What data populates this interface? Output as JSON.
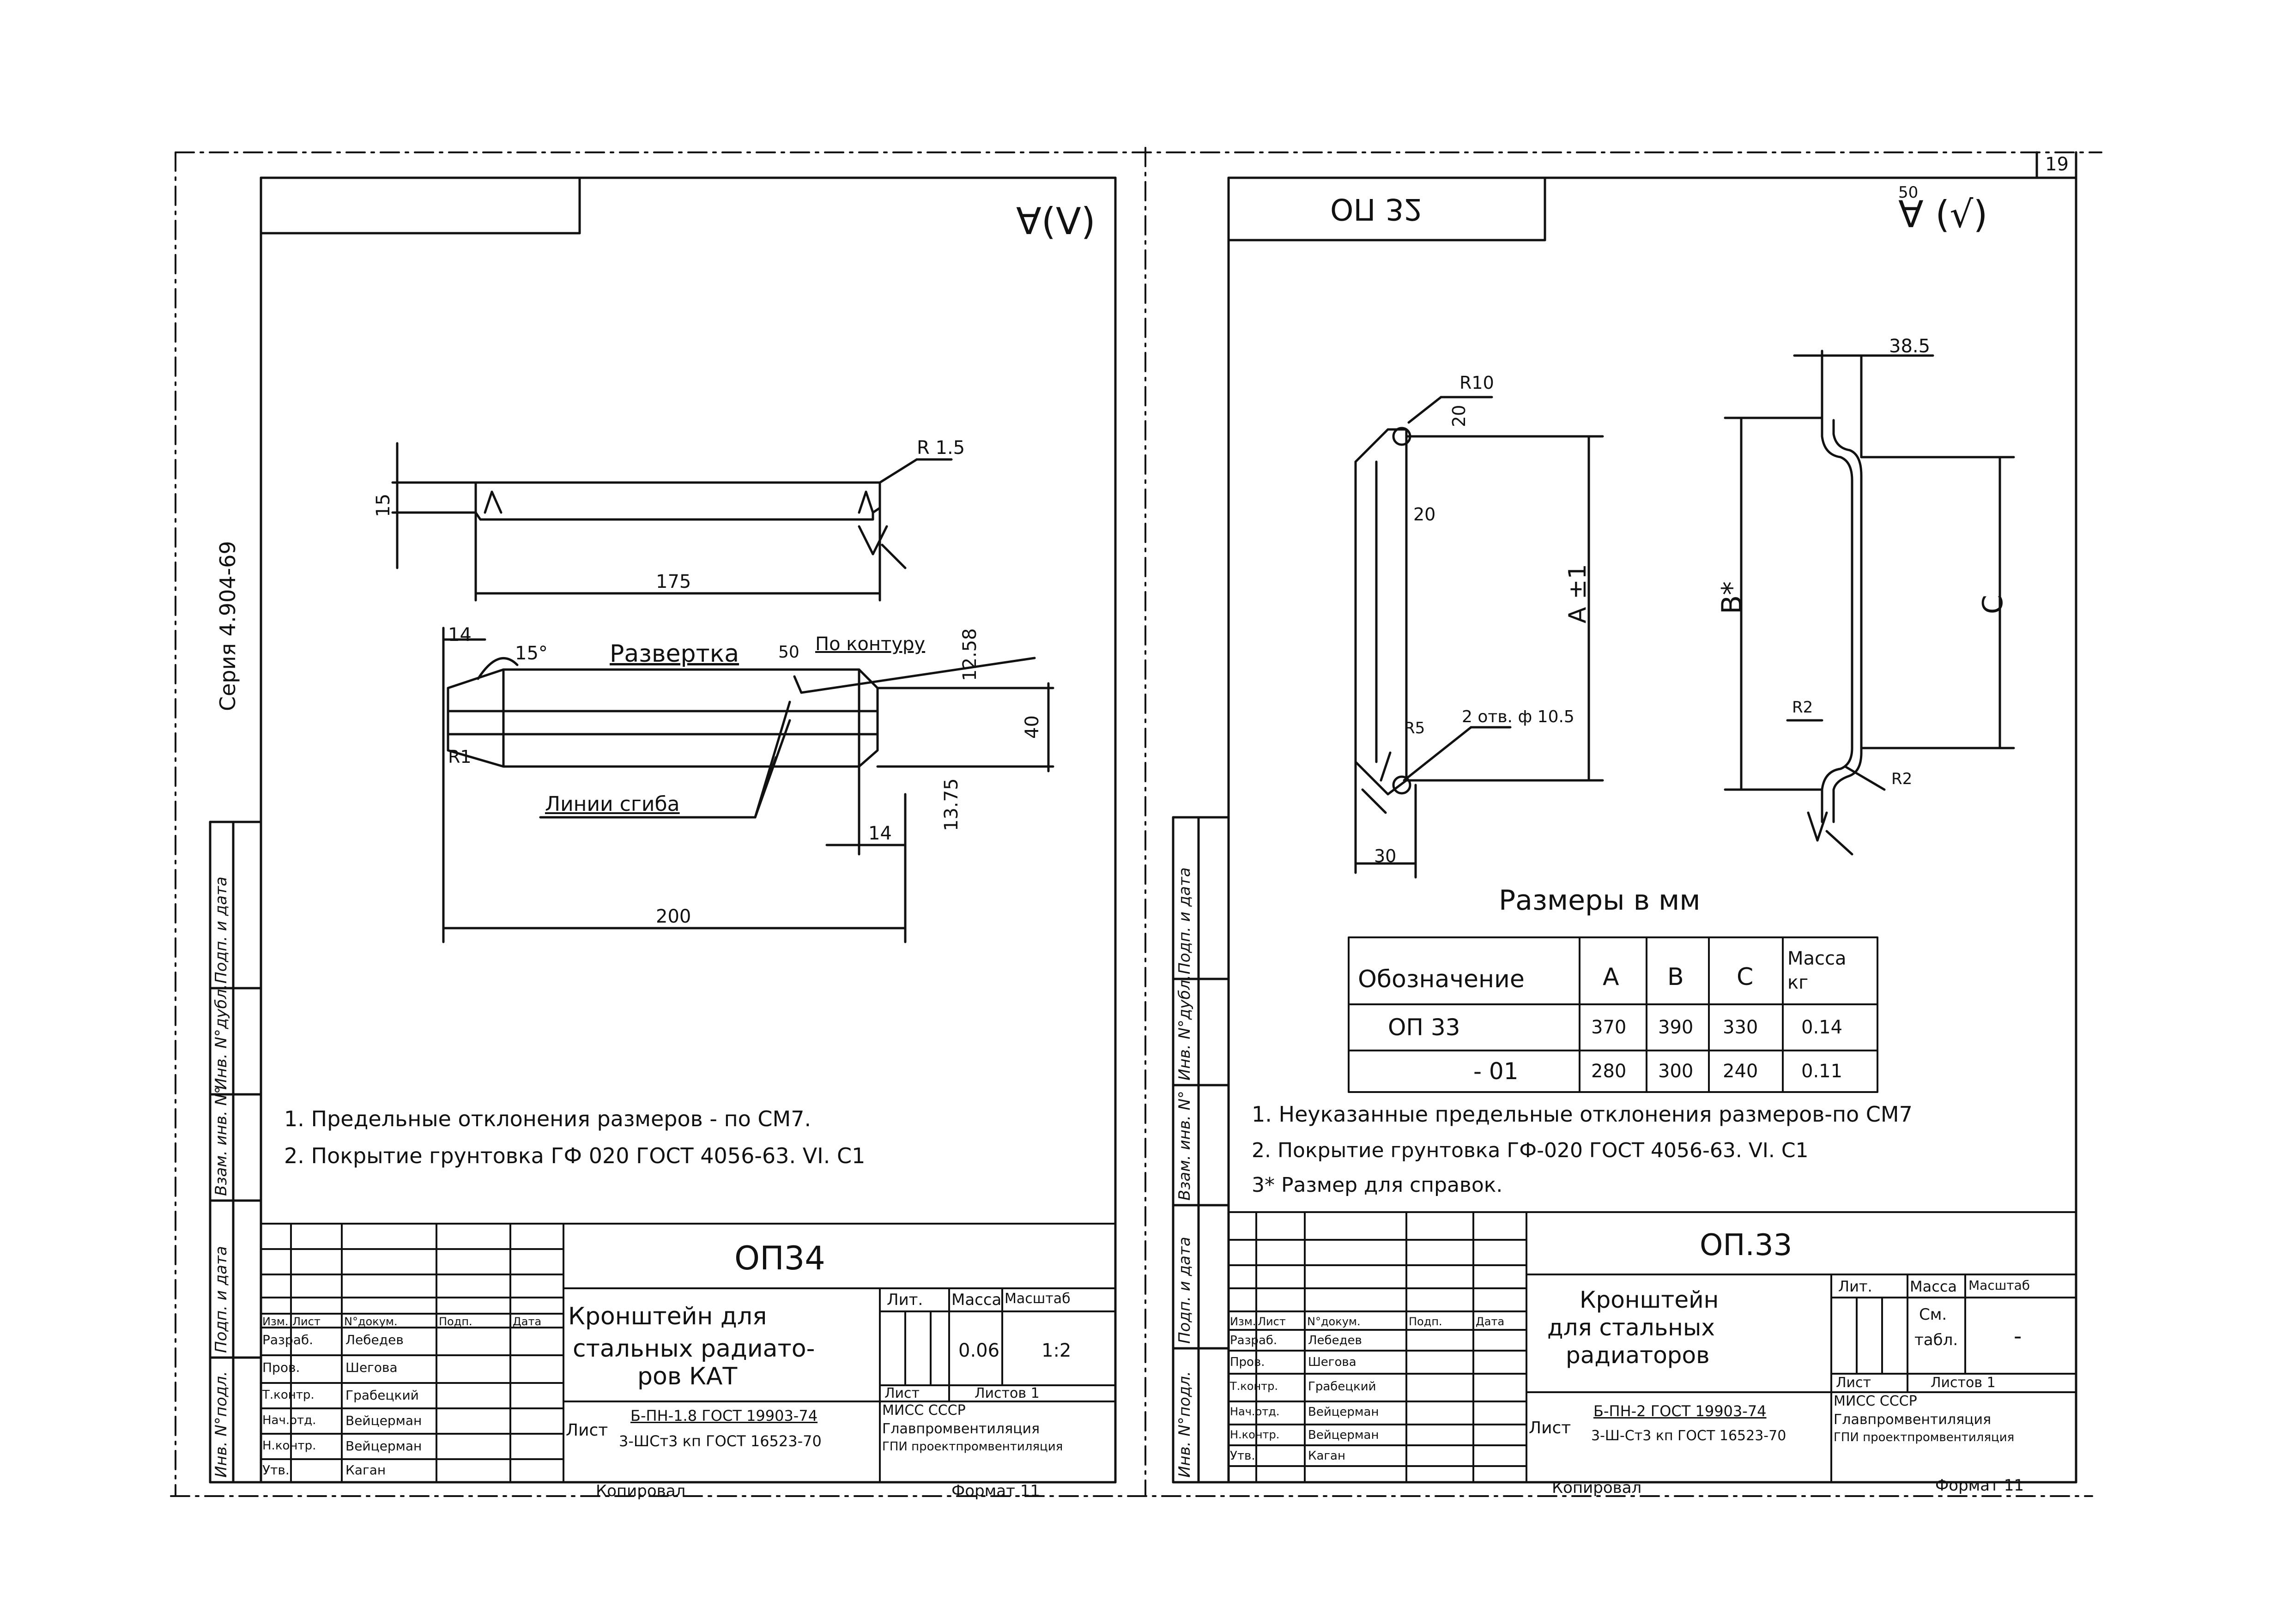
{
  "series_label": "Серия 4.904-69",
  "sheet_number": "19",
  "left": {
    "roughness": "∀(V)",
    "dims": {
      "r15": "R 1.5",
      "h15": "15",
      "l175": "175",
      "l14a": "14",
      "angle15": "15°",
      "r1": "R1",
      "l1258": "12.58",
      "l40": "40",
      "l1375": "13.75",
      "l14b": "14",
      "l200": "200"
    },
    "razvertka": "Развертка",
    "po_konturu_num": "50",
    "po_konturu": "По контуру",
    "linii_sgiba": "Линии сгиба",
    "notes": [
      "1. Предельные отклонения размеров - по СМ7.",
      "2. Покрытие грунтовка ГФ 020 ГОСТ 4056-63. VI. С1"
    ],
    "title_block": {
      "code": "ОП34",
      "name_lines": [
        "Кронштейн для",
        "стальных радиато-",
        "ров КАТ"
      ],
      "col_lit": "Лит.",
      "col_massa": "Масса",
      "col_masshtab": "Масштаб",
      "massa": "0.06",
      "masshtab": "1:2",
      "list": "Лист",
      "listov": "Листов 1",
      "material_label": "Лист",
      "material_line1": "Б-ПН-1.8 ГОСТ 19903-74",
      "material_line2": "3-ШСт3 кп ГОСТ 16523-70",
      "org1": "МИСС     СССР",
      "org2": "Главпромвентиляция",
      "org3": "ГПИ проектпромвентиляция",
      "hdr_izm": "Изм.",
      "hdr_list": "Лист",
      "hdr_ndok": "N°докум.",
      "hdr_podp": "Подп.",
      "hdr_data": "Дата",
      "roles": [
        "Разраб.",
        "Пров.",
        "Т.контр.",
        "Нач.отд.",
        "Н.контр.",
        "Утв."
      ],
      "names": [
        "Лебедев",
        "Шегова",
        "Грабецкий",
        "Вейцерман",
        "Вейцерман",
        "Каган"
      ],
      "kopiroval": "Копировал",
      "format": "Формат 11"
    }
  },
  "right": {
    "roughness_num": "50",
    "roughness": "∀ (√)",
    "stamp_mirror": "ОП 32",
    "dims": {
      "r10": "R10",
      "d20a": "20",
      "d20b": "20",
      "a1": "A ±1",
      "r5": "R5",
      "otv": "2 отв. ф 10.5",
      "d30": "30",
      "d385": "38.5",
      "bstar": "В*",
      "c": "С",
      "r2a": "R2",
      "r2b": "R2"
    },
    "sizes_caption": "Размеры в мм",
    "table": {
      "headers": [
        "Обозначение",
        "А",
        "В",
        "С",
        "Масса кг"
      ],
      "rows": [
        [
          "ОП 33",
          "370",
          "390",
          "330",
          "0.14"
        ],
        [
          "- 01",
          "280",
          "300",
          "240",
          "0.11"
        ]
      ]
    },
    "notes": [
      "1. Неуказанные предельные отклонения размеров-по СМ7",
      "2. Покрытие грунтовка ГФ-020 ГОСТ 4056-63. VI. С1",
      "3* Размер для справок."
    ],
    "title_block": {
      "code": "ОП.33",
      "name_lines": [
        "Кронштейн",
        "для стальных",
        "радиаторов"
      ],
      "col_lit": "Лит.",
      "col_massa": "Масса",
      "col_masshtab": "Масштаб",
      "massa_line1": "См.",
      "massa_line2": "табл.",
      "masshtab": "-",
      "list": "Лист",
      "listov": "Листов 1",
      "material_label": "Лист",
      "material_line1": "Б-ПН-2 ГОСТ 19903-74",
      "material_line2": "3-Ш-Ст3 кп ГОСТ 16523-70",
      "org1": "МИСС     СССР",
      "org2": "Главпромвентиляция",
      "org3": "ГПИ проектпромвентиляция",
      "hdr_izm": "Изм.",
      "hdr_list": "Лист",
      "hdr_ndok": "N°докум.",
      "hdr_podp": "Подп.",
      "hdr_data": "Дата",
      "roles": [
        "Разраб.",
        "Пров.",
        "Т.контр.",
        "Нач.отд.",
        "Н.контр.",
        "Утв."
      ],
      "names": [
        "Лебедев",
        "Шегова",
        "Грабецкий",
        "Вейцерман",
        "Вейцерман",
        "Каган"
      ],
      "kopiroval": "Копировал",
      "format": "Формат 11"
    }
  },
  "side_labels": [
    "Подп. и дата",
    "Инв. N°дубл.",
    "Взам. инв. N°",
    "Подп. и дата",
    "Инв. N°подл."
  ]
}
